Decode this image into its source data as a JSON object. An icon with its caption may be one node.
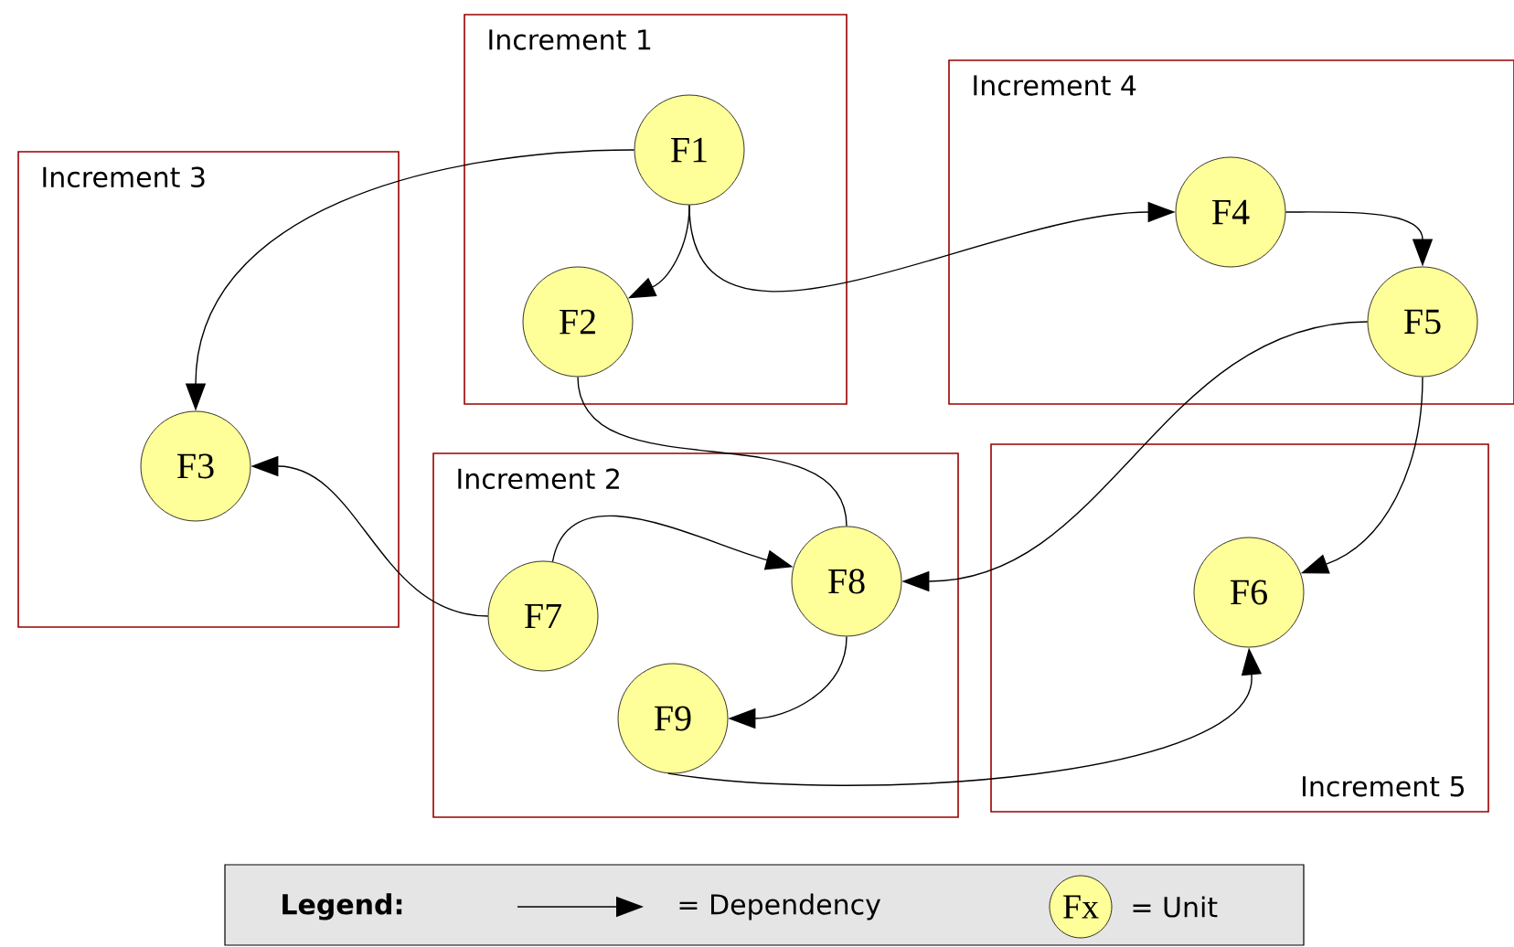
{
  "diagram": {
    "nodes": [
      {
        "text": [
          "Increment 1"
        ]
      },
      {
        "text": [
          "F1"
        ],
        "in": 0
      },
      {
        "text": [
          "F2"
        ],
        "in": 0
      },
      {
        "text": [
          "Increment 3"
        ]
      },
      {
        "text": [
          "F3"
        ],
        "in": 3
      },
      {
        "text": [
          "Increment 4"
        ]
      },
      {
        "text": [
          "F4"
        ],
        "in": 5
      },
      {
        "text": [
          "F5"
        ],
        "in": 5
      },
      {
        "text": [
          "Increment 2"
        ]
      },
      {
        "text": [
          "F7"
        ],
        "in": 8
      },
      {
        "text": [
          "F8"
        ],
        "in": 8
      },
      {
        "text": [
          "F9"
        ],
        "in": 8
      },
      {
        "text": [
          "Increment 5"
        ]
      },
      {
        "text": [
          "F6"
        ],
        "in": 12
      }
    ],
    "edges": [
      {
        "from": 1,
        "to": 4,
        "arrow": "to"
      },
      {
        "from": 1,
        "to": 2,
        "arrow": "to"
      },
      {
        "from": 1,
        "to": 6,
        "arrow": "to"
      },
      {
        "from": 6,
        "to": 7,
        "arrow": "to"
      },
      {
        "from": 2,
        "to": 10,
        "arrow": "none"
      },
      {
        "from": 7,
        "to": 10,
        "arrow": "to"
      },
      {
        "from": 7,
        "to": 13,
        "arrow": "to"
      },
      {
        "from": 9,
        "to": 4,
        "arrow": "to"
      },
      {
        "from": 9,
        "to": 10,
        "arrow": "to"
      },
      {
        "from": 10,
        "to": 11,
        "arrow": "to"
      },
      {
        "from": 11,
        "to": 13,
        "arrow": "to"
      }
    ],
    "labels": [
      "Legend:",
      "Fx"
    ],
    "legend": [
      {
        "text": "= Dependency"
      },
      {
        "text": "= Unit"
      }
    ]
  }
}
